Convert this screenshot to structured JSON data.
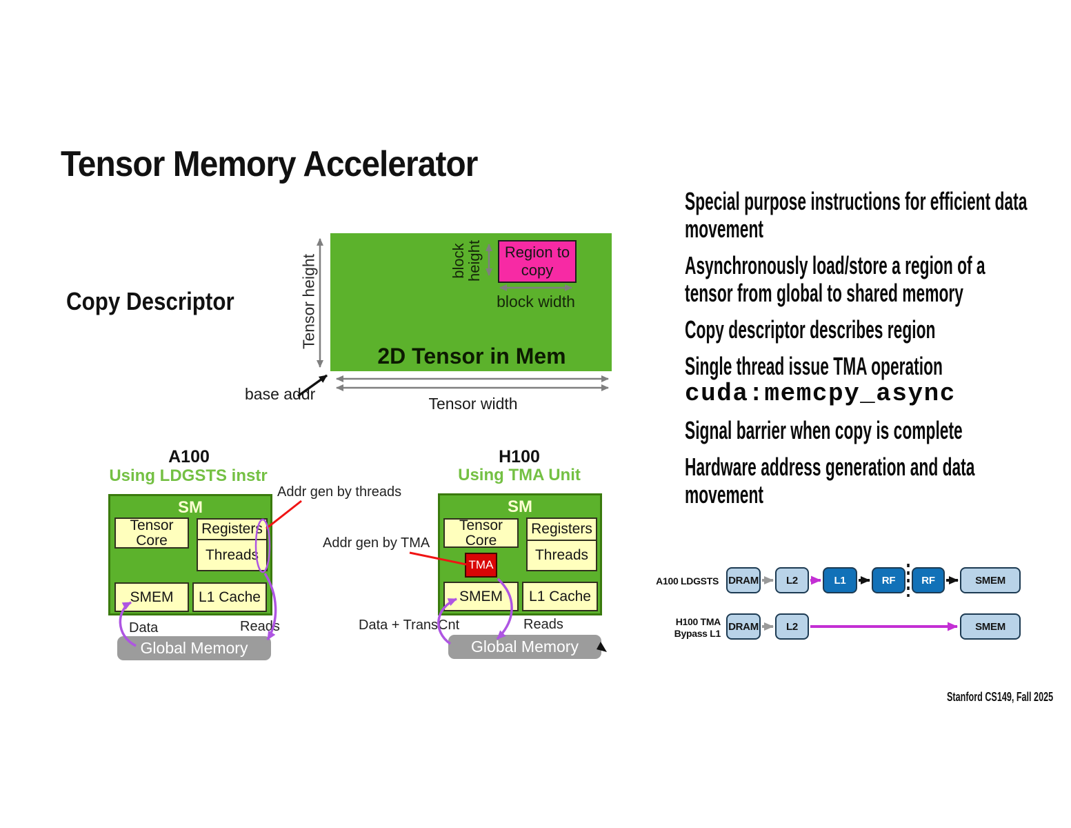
{
  "slide": {
    "title": "Tensor Memory Accelerator",
    "copy_descriptor": "Copy Descriptor",
    "footer": "Stanford CS149, Fall 2025"
  },
  "tensor": {
    "mem": "2D Tensor in Mem",
    "region": "Region to copy",
    "t_height": "Tensor height",
    "t_width": "Tensor width",
    "b_height": "block height",
    "b_width": "block width",
    "base": "base addr"
  },
  "bullets": [
    "Special purpose instructions for efficient data movement",
    "Asynchronously load/store a region of a tensor from global to shared memory",
    "Copy descriptor describes region",
    "Single thread issue TMA operation",
    "Signal barrier when copy is complete",
    "Hardware address generation and data movement"
  ],
  "code": "cuda:memcpy_async",
  "a100": {
    "title": "A100",
    "subtitle": "Using LDGSTS instr",
    "sm": "SM",
    "tensor_core": "Tensor Core",
    "registers": "Registers",
    "threads": "Threads",
    "smem": "SMEM",
    "l1_cache": "L1 Cache",
    "global_memory": "Global Memory",
    "annotation": "Addr gen by threads",
    "data_label": "Data",
    "reads_label": "Reads"
  },
  "h100": {
    "title": "H100",
    "subtitle": "Using TMA Unit",
    "sm": "SM",
    "tensor_core": "Tensor Core",
    "registers": "Registers",
    "threads": "Threads",
    "tma": "TMA",
    "smem": "SMEM",
    "l1_cache": "L1 Cache",
    "global_memory": "Global Memory",
    "annotation": "Addr gen by TMA",
    "data_label": "Data + TransCnt",
    "reads_label": "Reads"
  },
  "flow": {
    "row1": {
      "label": "A100 LDGSTS",
      "nodes": [
        "DRAM",
        "L2",
        "L1",
        "RF",
        "RF",
        "SMEM"
      ]
    },
    "row2": {
      "label_line1": "H100 TMA",
      "label_line2": "Bypass L1",
      "nodes": [
        "DRAM",
        "L2",
        "SMEM"
      ]
    }
  },
  "colors": {
    "green": "#5cb22c",
    "green_text": "#74c043",
    "pink": "#f72aa4",
    "yellow": "#ffffbd",
    "tma_red": "#d90606",
    "gray_box": "#9c9c9c",
    "purple": "#ae55e2",
    "red_line": "#f01414",
    "magenta": "#c32fd4",
    "light_blue": "#b9d3e8",
    "dark_blue": "#1171b8"
  }
}
